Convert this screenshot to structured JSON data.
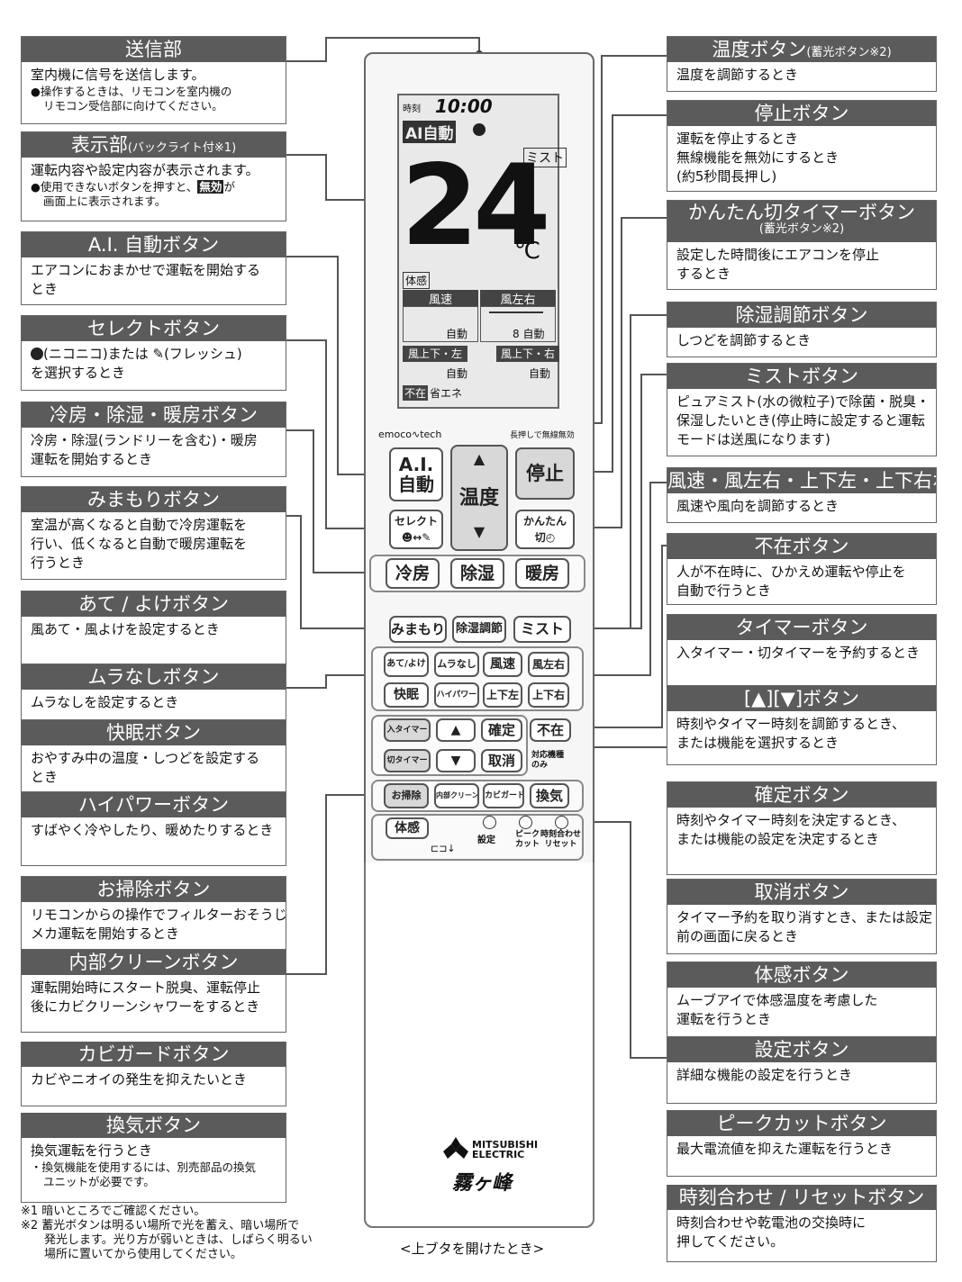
{
  "left": {
    "b1": {
      "title": "送信部",
      "l1": "室内機に信号を送信します。",
      "n1": "●操作するときは、リモコンを室内機の",
      "n2": "リモコン受信部に向けてください。"
    },
    "b2": {
      "title": "表示部",
      "title_sub": "(バックライト付※1)",
      "l1": "運転内容や設定内容が表示されます。",
      "n1": "●使用できないボタンを押すと、",
      "n1_badge": "無効",
      "n1_tail": "が",
      "n2": "画面上に表示されます。"
    },
    "b3": {
      "title": "A.I. 自動ボタン",
      "l1": "エアコンにおまかせで運転を開始する",
      "l2": "とき"
    },
    "b4": {
      "title": "セレクトボタン",
      "l1": "(ニコニコ)または",
      "l1b": "(フレッシュ)",
      "l2": "を選択するとき"
    },
    "b5": {
      "title": "冷房・除湿・暖房ボタン",
      "l1": "冷房・除湿(ランドリーを含む)・暖房",
      "l2": "運転を開始するとき"
    },
    "b6": {
      "title": "みまもりボタン",
      "l1": "室温が高くなると自動で冷房運転を",
      "l2": "行い、低くなると自動で暖房運転を",
      "l3": "行うとき"
    },
    "b7": {
      "title": "あて / よけボタン",
      "l1": "風あて・風よけを設定するとき"
    },
    "b8": {
      "title": "ムラなしボタン",
      "l1": "ムラなしを設定するとき"
    },
    "b9": {
      "title": "快眠ボタン",
      "l1": "おやすみ中の温度・しつどを設定する",
      "l2": "とき"
    },
    "b10": {
      "title": "ハイパワーボタン",
      "l1": "すばやく冷やしたり、暖めたりするとき"
    },
    "b11": {
      "title": "お掃除ボタン",
      "l1": "リモコンからの操作でフィルターおそうじ",
      "l2": "メカ運転を開始するとき"
    },
    "b12": {
      "title": "内部クリーンボタン",
      "l1": "運転開始時にスタート脱臭、運転停止",
      "l2": "後にカビクリーンシャワーをするとき"
    },
    "b13": {
      "title": "カビガードボタン",
      "l1": "カビやニオイの発生を抑えたいとき"
    },
    "b14": {
      "title": "換気ボタン",
      "l1": "換気運転を行うとき",
      "n1": "・換気機能を使用するには、別売部品の換気",
      "n2": "ユニットが必要です。"
    }
  },
  "right": {
    "b1": {
      "title": "温度ボタン",
      "title_sub": "(蓄光ボタン※2)",
      "l1": "温度を調節するとき"
    },
    "b2": {
      "title": "停止ボタン",
      "l1": "運転を停止するとき",
      "l2": "無線機能を無効にするとき",
      "l3": "(約5秒間長押し)"
    },
    "b3": {
      "title": "かんたん切タイマーボタン",
      "title_sub": "(蓄光ボタン※2)",
      "l1": "設定した時間後にエアコンを停止",
      "l2": "するとき"
    },
    "b4": {
      "title": "除湿調節ボタン",
      "l1": "しつどを調節するとき"
    },
    "b5": {
      "title": "ミストボタン",
      "l1": "ピュアミスト(水の微粒子)で除菌・脱臭・",
      "l2": "保湿したいとき(停止時に設定すると運転",
      "l3": "モードは送風になります)"
    },
    "b6": {
      "title": "風速・風左右・上下左・上下右ボタン",
      "l1": "風速や風向を調節するとき"
    },
    "b7": {
      "title": "不在ボタン",
      "l1": "人が不在時に、ひかえめ運転や停止を",
      "l2": "自動で行うとき"
    },
    "b8": {
      "title": "タイマーボタン",
      "l1": "入タイマー・切タイマーを予約するとき"
    },
    "b9": {
      "title": "[▲][▼]ボタン",
      "l1": "時刻やタイマー時刻を調節するとき、",
      "l2": "または機能を選択するとき"
    },
    "b10": {
      "title": "確定ボタン",
      "l1": "時刻やタイマー時刻を決定するとき、",
      "l2": "または機能の設定を決定するとき"
    },
    "b11": {
      "title": "取消ボタン",
      "l1": "タイマー予約を取り消すとき、または設定",
      "l2": "前の画面に戻るとき"
    },
    "b12": {
      "title": "体感ボタン",
      "l1": "ムーブアイで体感温度を考慮した",
      "l2": "運転を行うとき"
    },
    "b13": {
      "title": "設定ボタン",
      "l1": "詳細な機能の設定を行うとき"
    },
    "b14": {
      "title": "ピークカットボタン",
      "l1": "最大電流値を抑えた運転を行うとき"
    },
    "b15": {
      "title": "時刻合わせ / リセットボタン",
      "l1": "時刻合わせや乾電池の交換時に",
      "l2": "押してください。"
    }
  },
  "screen": {
    "clock_label": "時刻",
    "clock": "10:00",
    "ai_auto": "AI自動",
    "mist": "ミスト",
    "temp": "24",
    "unit": "℃",
    "taikan": "体感",
    "fusoku": "風速",
    "fusayu": "風左右",
    "auto": "自動",
    "auto2": "8 自動",
    "fujoge_l": "風上下・左",
    "fujoge_r": "風上下・右",
    "auto3": "自動",
    "auto4": "自動",
    "fuzai": "不在",
    "shoene": "省エネ"
  },
  "remote": {
    "brand_tech": "emoco∿tech",
    "long_press": "長押しで無線無効",
    "ai_line1": "A.I.",
    "ai_line2": "自動",
    "temp": "温度",
    "up": "▲",
    "down": "▼",
    "stop": "停止",
    "select": "セレクト",
    "select_sub": "☻↔✎",
    "kantan1": "かんたん",
    "kantan2": "切◴",
    "reibo": "冷房",
    "joshitsu": "除湿",
    "danbo": "暖房",
    "mimamori": "みまもり",
    "joshitsu_chosetsu": "除湿調節",
    "mist": "ミスト",
    "ateyoke": "あて/よけ",
    "muranashi": "ムラなし",
    "fusoku": "風速",
    "fusayu": "風左右",
    "kaimin": "快眠",
    "highpower": "ハイパワー",
    "jogesa": "上下左",
    "jogeu": "上下右",
    "on_timer": "入タイマー",
    "kakutei": "確定",
    "fuzai": "不在",
    "off_timer": "切タイマー",
    "torikeshi": "取消",
    "taiou1": "対応機種",
    "taiou2": "のみ",
    "osouji": "お掃除",
    "naibu": "内部クリーン",
    "kabiguard": "カビガード",
    "kanki": "換気",
    "taikan": "体感",
    "battery": "⊏⊐↓",
    "settei": "設定",
    "peak1": "ピーク",
    "peak2": "カット",
    "jikoku1": "時刻合わせ",
    "jikoku2": "リセット",
    "logo1": "MITSUBISHI",
    "logo2": "ELECTRIC",
    "brand_script": "霧ヶ峰"
  },
  "footnotes": {
    "n1": "※1 暗いところでご確認ください。",
    "n2a": "※2 蓄光ボタンは明るい場所で光を蓄え、暗い場所で",
    "n2b": "発光します。光り方が弱いときは、しばらく明るい",
    "n2c": "場所に置いてから使用してください。"
  },
  "caption": "<上ブタを開けたとき>"
}
